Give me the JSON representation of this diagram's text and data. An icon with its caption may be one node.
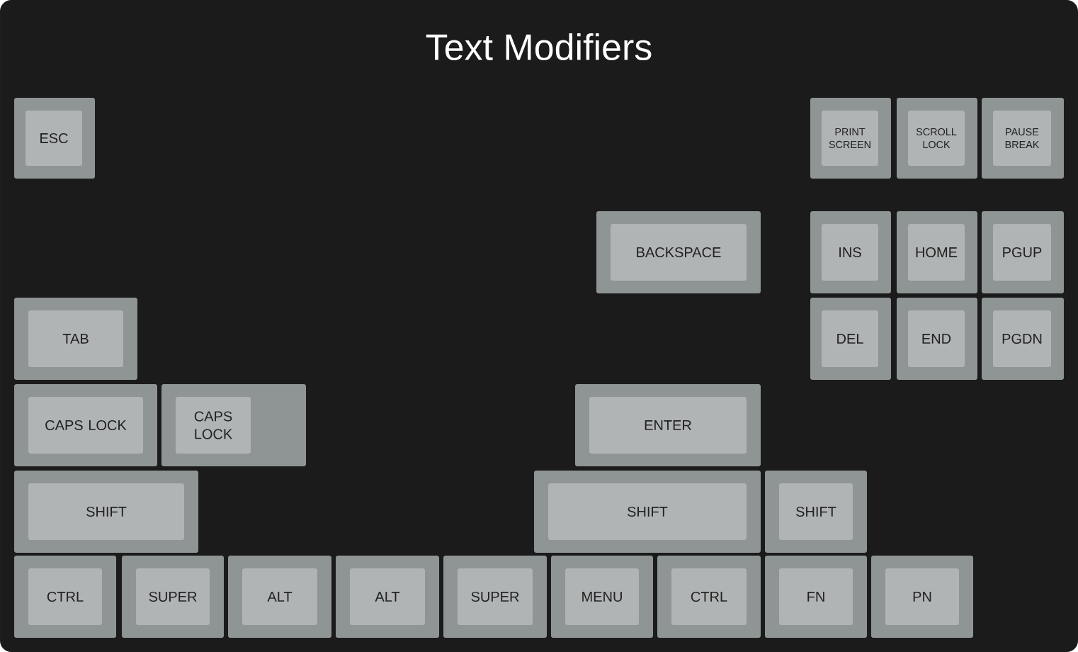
{
  "diagram": {
    "title": "Text Modifiers",
    "nodes": [
      {
        "text": [
          "ESC"
        ]
      },
      {
        "text": [
          "PRINT SCREEN"
        ]
      },
      {
        "text": [
          "SCROLL LOCK"
        ]
      },
      {
        "text": [
          "PAUSE BREAK"
        ]
      },
      {
        "text": [
          "BACKSPACE"
        ]
      },
      {
        "text": [
          "INS"
        ]
      },
      {
        "text": [
          "HOME"
        ]
      },
      {
        "text": [
          "PGUP"
        ]
      },
      {
        "text": [
          "TAB"
        ]
      },
      {
        "text": [
          "DEL"
        ]
      },
      {
        "text": [
          "END"
        ]
      },
      {
        "text": [
          "PGDN"
        ]
      },
      {
        "text": [
          "CAPS LOCK"
        ]
      },
      {
        "text": [
          "CAPS LOCK"
        ]
      },
      {
        "text": [
          "ENTER"
        ]
      },
      {
        "text": [
          "SHIFT"
        ]
      },
      {
        "text": [
          "SHIFT"
        ]
      },
      {
        "text": [
          "SHIFT"
        ]
      },
      {
        "text": [
          "CTRL"
        ]
      },
      {
        "text": [
          "SUPER"
        ]
      },
      {
        "text": [
          "ALT"
        ]
      },
      {
        "text": [
          "ALT"
        ]
      },
      {
        "text": [
          "SUPER"
        ]
      },
      {
        "text": [
          "MENU"
        ]
      },
      {
        "text": [
          "CTRL"
        ]
      },
      {
        "text": [
          "FN"
        ]
      },
      {
        "text": [
          "PN"
        ]
      }
    ]
  }
}
